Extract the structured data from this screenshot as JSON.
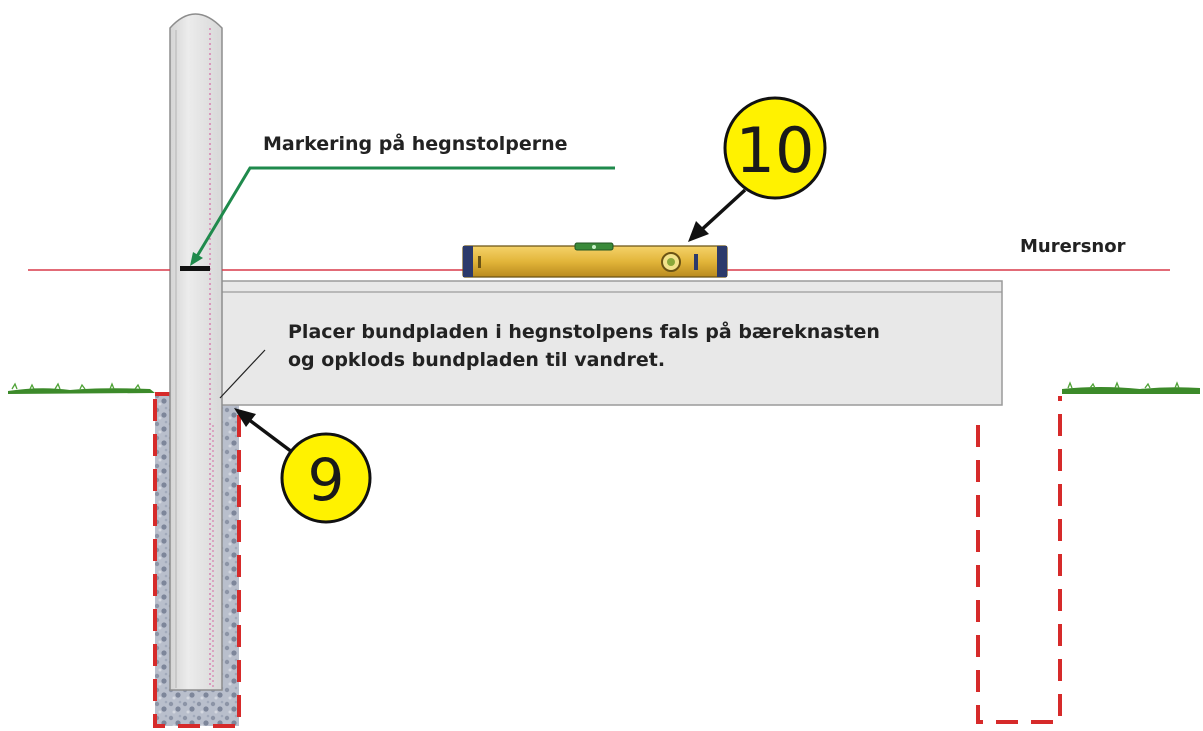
{
  "labels": {
    "post_marking": "Markering på hegnstolperne",
    "mason_string": "Murersnor",
    "instruction_line1": "Placer bundpladen i hegnstolpens fals på bæreknasten",
    "instruction_line2": "og opklods bundpladen til vandret."
  },
  "steps": [
    {
      "number": "9"
    },
    {
      "number": "10"
    }
  ],
  "colors": {
    "mason_string": "#d93a4a",
    "leader_line": "#1f8a4c",
    "badge_fill": "#fff200",
    "hole_outline": "#d62a2a",
    "board_fill": "#e8e8e8",
    "post_fill": "#e3e3e3",
    "gravel": "#9aa3b5",
    "grass": "#3c8a2a",
    "spirit_level": "#e2b53a"
  },
  "icons": {
    "spirit_level": "spirit-level-icon"
  }
}
